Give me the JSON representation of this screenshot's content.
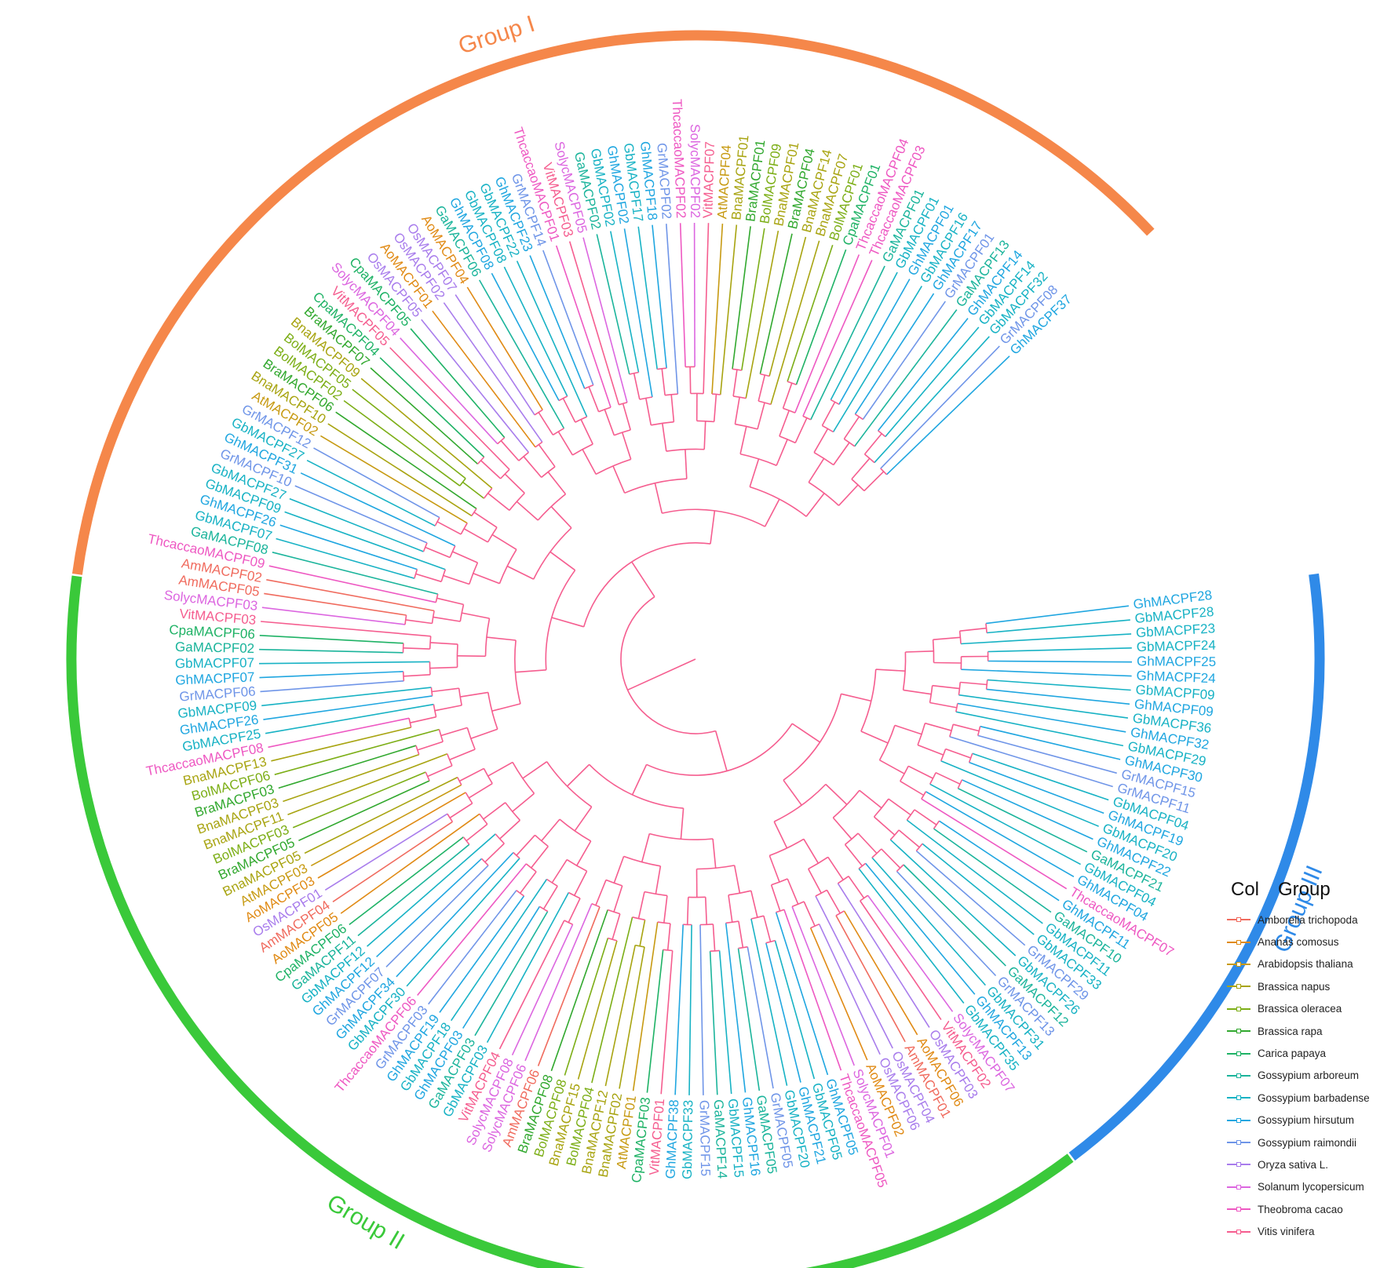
{
  "colors": {
    "Amborella trichopoda": "#f06b5e",
    "Ananas comosus": "#e08a14",
    "Arabidopsis thaliana": "#c79a12",
    "Brassica napus": "#a8a411",
    "Brassica oleracea": "#7cae16",
    "Brassica rapa": "#31a82e",
    "Carica papaya": "#1eb265",
    "Gossypium arboreum": "#1bb49b",
    "Gossypium barbadense": "#17b2c4",
    "Gossypium hirsutum": "#1fa6e0",
    "Gossypium raimondii": "#6f95e8",
    "Oryza sativa L.": "#a87cec",
    "Solanum lycopersicum": "#dc66e0",
    "Theobroma cacao": "#ee58c2",
    "Vitis vinifera": "#f55d8f",
    "group_I": "#f5874a",
    "group_II": "#3ac93a",
    "group_III": "#2f8ae8"
  },
  "groups": [
    {
      "id": "group_I",
      "label": "Group I"
    },
    {
      "id": "group_II",
      "label": "Group II"
    },
    {
      "id": "group_III",
      "label": "Group III"
    }
  ],
  "legend": {
    "title_col": "Col",
    "title_group": "Group",
    "items": [
      "Amborella trichopoda",
      "Ananas comosus",
      "Arabidopsis thaliana",
      "Brassica napus",
      "Brassica oleracea",
      "Brassica rapa",
      "Carica papaya",
      "Gossypium arboreum",
      "Gossypium barbadense",
      "Gossypium hirsutum",
      "Gossypium raimondii",
      "Oryza sativa L.",
      "Solanum lycopersicum",
      "Theobroma cacao",
      "Vitis vinifera"
    ]
  },
  "leaves": [
    {
      "name": "GhMACPF28",
      "species": "Gossypium hirsutum",
      "group": "group_III"
    },
    {
      "name": "GbMACPF28",
      "species": "Gossypium barbadense",
      "group": "group_III"
    },
    {
      "name": "GbMACPF23",
      "species": "Gossypium barbadense",
      "group": "group_III"
    },
    {
      "name": "GbMACPF24",
      "species": "Gossypium barbadense",
      "group": "group_III"
    },
    {
      "name": "GhMACPF25",
      "species": "Gossypium hirsutum",
      "group": "group_III"
    },
    {
      "name": "GhMACPF24",
      "species": "Gossypium hirsutum",
      "group": "group_III"
    },
    {
      "name": "GbMACPF09",
      "species": "Gossypium barbadense",
      "group": "group_III"
    },
    {
      "name": "GhMACPF09",
      "species": "Gossypium hirsutum",
      "group": "group_III"
    },
    {
      "name": "GbMACPF36",
      "species": "Gossypium barbadense",
      "group": "group_III"
    },
    {
      "name": "GhMACPF32",
      "species": "Gossypium hirsutum",
      "group": "group_III"
    },
    {
      "name": "GbMACPF29",
      "species": "Gossypium barbadense",
      "group": "group_III"
    },
    {
      "name": "GhMACPF30",
      "species": "Gossypium hirsutum",
      "group": "group_III"
    },
    {
      "name": "GrMACPF15",
      "species": "Gossypium raimondii",
      "group": "group_III"
    },
    {
      "name": "GrMACPF11",
      "species": "Gossypium raimondii",
      "group": "group_III"
    },
    {
      "name": "GbMACPF04",
      "species": "Gossypium barbadense",
      "group": "group_III"
    },
    {
      "name": "GhMACPF19",
      "species": "Gossypium hirsutum",
      "group": "group_III"
    },
    {
      "name": "GbMACPF20",
      "species": "Gossypium barbadense",
      "group": "group_III"
    },
    {
      "name": "GhMACPF22",
      "species": "Gossypium hirsutum",
      "group": "group_III"
    },
    {
      "name": "GaMACPF21",
      "species": "Gossypium arboreum",
      "group": "group_III"
    },
    {
      "name": "GbMACPF04",
      "species": "Gossypium barbadense",
      "group": "group_III"
    },
    {
      "name": "GhMACPF04",
      "species": "Gossypium hirsutum",
      "group": "group_III"
    },
    {
      "name": "ThcaccaoMACPF07",
      "species": "Theobroma cacao",
      "group": "group_III"
    },
    {
      "name": "GhMACPF11",
      "species": "Gossypium hirsutum",
      "group": "group_III"
    },
    {
      "name": "GaMACPF10",
      "species": "Gossypium arboreum",
      "group": "group_III"
    },
    {
      "name": "GbMACPF11",
      "species": "Gossypium barbadense",
      "group": "group_III"
    },
    {
      "name": "GbMACPF33",
      "species": "Gossypium barbadense",
      "group": "group_III"
    },
    {
      "name": "GrMACPF29",
      "species": "Gossypium raimondii",
      "group": "group_III"
    },
    {
      "name": "GbMACPF26",
      "species": "Gossypium barbadense",
      "group": "group_III"
    },
    {
      "name": "GaMACPF12",
      "species": "Gossypium arboreum",
      "group": "group_III"
    },
    {
      "name": "GrMACPF13",
      "species": "Gossypium raimondii",
      "group": "group_III"
    },
    {
      "name": "GbMACPF31",
      "species": "Gossypium barbadense",
      "group": "group_III"
    },
    {
      "name": "GhMACPF13",
      "species": "Gossypium hirsutum",
      "group": "group_III"
    },
    {
      "name": "GbMACPF35",
      "species": "Gossypium barbadense",
      "group": "group_III"
    },
    {
      "name": "SolycMACPF07",
      "species": "Solanum lycopersicum",
      "group": "group_II"
    },
    {
      "name": "VitMACPF02",
      "species": "Vitis vinifera",
      "group": "group_II"
    },
    {
      "name": "OsMACPF03",
      "species": "Oryza sativa L.",
      "group": "group_II"
    },
    {
      "name": "AoMACPF06",
      "species": "Ananas comosus",
      "group": "group_II"
    },
    {
      "name": "AmMACPF01",
      "species": "Amborella trichopoda",
      "group": "group_II"
    },
    {
      "name": "OsMACPF04",
      "species": "Oryza sativa L.",
      "group": "group_II"
    },
    {
      "name": "OsMACPF06",
      "species": "Oryza sativa L.",
      "group": "group_II"
    },
    {
      "name": "AoMACPF02",
      "species": "Ananas comosus",
      "group": "group_II"
    },
    {
      "name": "SolycMACPF01",
      "species": "Solanum lycopersicum",
      "group": "group_II"
    },
    {
      "name": "ThcaccaoMACPF05",
      "species": "Theobroma cacao",
      "group": "group_II"
    },
    {
      "name": "GhMACPF05",
      "species": "Gossypium hirsutum",
      "group": "group_II"
    },
    {
      "name": "GbMACPF05",
      "species": "Gossypium barbadense",
      "group": "group_II"
    },
    {
      "name": "GhMACPF21",
      "species": "Gossypium hirsutum",
      "group": "group_II"
    },
    {
      "name": "GbMACPF20",
      "species": "Gossypium barbadense",
      "group": "group_II"
    },
    {
      "name": "GrMACPF05",
      "species": "Gossypium raimondii",
      "group": "group_II"
    },
    {
      "name": "GaMACPF05",
      "species": "Gossypium arboreum",
      "group": "group_II"
    },
    {
      "name": "GhMACPF16",
      "species": "Gossypium hirsutum",
      "group": "group_II"
    },
    {
      "name": "GbMACPF15",
      "species": "Gossypium barbadense",
      "group": "group_II"
    },
    {
      "name": "GaMACPF14",
      "species": "Gossypium arboreum",
      "group": "group_II"
    },
    {
      "name": "GrMACPF15",
      "species": "Gossypium raimondii",
      "group": "group_II"
    },
    {
      "name": "GbMACPF33",
      "species": "Gossypium barbadense",
      "group": "group_II"
    },
    {
      "name": "GhMACPF38",
      "species": "Gossypium hirsutum",
      "group": "group_II"
    },
    {
      "name": "VitMACPF01",
      "species": "Vitis vinifera",
      "group": "group_II"
    },
    {
      "name": "CpaMACPF03",
      "species": "Carica papaya",
      "group": "group_II"
    },
    {
      "name": "AtMACPF01",
      "species": "Arabidopsis thaliana",
      "group": "group_II"
    },
    {
      "name": "BnaMACPF02",
      "species": "Brassica napus",
      "group": "group_II"
    },
    {
      "name": "BnaMACPF12",
      "species": "Brassica napus",
      "group": "group_II"
    },
    {
      "name": "BolMACPF04",
      "species": "Brassica oleracea",
      "group": "group_II"
    },
    {
      "name": "BnaMACPF15",
      "species": "Brassica napus",
      "group": "group_II"
    },
    {
      "name": "BolMACPF08",
      "species": "Brassica oleracea",
      "group": "group_II"
    },
    {
      "name": "BraMACPF08",
      "species": "Brassica rapa",
      "group": "group_II"
    },
    {
      "name": "AmMACPF06",
      "species": "Amborella trichopoda",
      "group": "group_II"
    },
    {
      "name": "SolycMACPF06",
      "species": "Solanum lycopersicum",
      "group": "group_II"
    },
    {
      "name": "SolycMACPF08",
      "species": "Solanum lycopersicum",
      "group": "group_II"
    },
    {
      "name": "VitMACPF04",
      "species": "Vitis vinifera",
      "group": "group_II"
    },
    {
      "name": "GbMACPF03",
      "species": "Gossypium barbadense",
      "group": "group_II"
    },
    {
      "name": "GaMACPF03",
      "species": "Gossypium arboreum",
      "group": "group_II"
    },
    {
      "name": "GhMACPF03",
      "species": "Gossypium hirsutum",
      "group": "group_II"
    },
    {
      "name": "GbMACPF18",
      "species": "Gossypium barbadense",
      "group": "group_II"
    },
    {
      "name": "GhMACPF19",
      "species": "Gossypium hirsutum",
      "group": "group_II"
    },
    {
      "name": "GrMACPF03",
      "species": "Gossypium raimondii",
      "group": "group_II"
    },
    {
      "name": "ThcaccaoMACPF06",
      "species": "Theobroma cacao",
      "group": "group_II"
    },
    {
      "name": "GbMACPF30",
      "species": "Gossypium barbadense",
      "group": "group_II"
    },
    {
      "name": "GhMACPF34",
      "species": "Gossypium hirsutum",
      "group": "group_II"
    },
    {
      "name": "GrMACPF07",
      "species": "Gossypium raimondii",
      "group": "group_II"
    },
    {
      "name": "GhMACPF12",
      "species": "Gossypium hirsutum",
      "group": "group_II"
    },
    {
      "name": "GbMACPF12",
      "species": "Gossypium barbadense",
      "group": "group_II"
    },
    {
      "name": "GaMACPF11",
      "species": "Gossypium arboreum",
      "group": "group_II"
    },
    {
      "name": "CpaMACPF06",
      "species": "Carica papaya",
      "group": "group_II"
    },
    {
      "name": "AoMACPF05",
      "species": "Ananas comosus",
      "group": "group_II"
    },
    {
      "name": "AmMACPF04",
      "species": "Amborella trichopoda",
      "group": "group_II"
    },
    {
      "name": "OsMACPF01",
      "species": "Oryza sativa L.",
      "group": "group_II"
    },
    {
      "name": "AoMACPF03",
      "species": "Ananas comosus",
      "group": "group_II"
    },
    {
      "name": "AtMACPF03",
      "species": "Arabidopsis thaliana",
      "group": "group_II"
    },
    {
      "name": "BnaMACPF05",
      "species": "Brassica napus",
      "group": "group_II"
    },
    {
      "name": "BraMACPF05",
      "species": "Brassica rapa",
      "group": "group_II"
    },
    {
      "name": "BolMACPF03",
      "species": "Brassica oleracea",
      "group": "group_II"
    },
    {
      "name": "BnaMACPF11",
      "species": "Brassica napus",
      "group": "group_II"
    },
    {
      "name": "BnaMACPF03",
      "species": "Brassica napus",
      "group": "group_II"
    },
    {
      "name": "BraMACPF03",
      "species": "Brassica rapa",
      "group": "group_II"
    },
    {
      "name": "BolMACPF06",
      "species": "Brassica oleracea",
      "group": "group_II"
    },
    {
      "name": "BnaMACPF13",
      "species": "Brassica napus",
      "group": "group_II"
    },
    {
      "name": "ThcaccaoMACPF08",
      "species": "Theobroma cacao",
      "group": "group_II"
    },
    {
      "name": "GbMACPF25",
      "species": "Gossypium barbadense",
      "group": "group_II"
    },
    {
      "name": "GhMACPF26",
      "species": "Gossypium hirsutum",
      "group": "group_II"
    },
    {
      "name": "GbMACPF09",
      "species": "Gossypium barbadense",
      "group": "group_II"
    },
    {
      "name": "GrMACPF06",
      "species": "Gossypium raimondii",
      "group": "group_II"
    },
    {
      "name": "GhMACPF07",
      "species": "Gossypium hirsutum",
      "group": "group_II"
    },
    {
      "name": "GbMACPF07",
      "species": "Gossypium barbadense",
      "group": "group_II"
    },
    {
      "name": "GaMACPF02",
      "species": "Gossypium arboreum",
      "group": "group_II"
    },
    {
      "name": "CpaMACPF06",
      "species": "Carica papaya",
      "group": "group_II"
    },
    {
      "name": "VitMACPF03",
      "species": "Vitis vinifera",
      "group": "group_II"
    },
    {
      "name": "SolycMACPF03",
      "species": "Solanum lycopersicum",
      "group": "group_II"
    },
    {
      "name": "AmMACPF05",
      "species": "Amborella trichopoda",
      "group": "group_I"
    },
    {
      "name": "AmMACPF02",
      "species": "Amborella trichopoda",
      "group": "group_I"
    },
    {
      "name": "ThcaccaoMACPF09",
      "species": "Theobroma cacao",
      "group": "group_I"
    },
    {
      "name": "GaMACPF08",
      "species": "Gossypium arboreum",
      "group": "group_I"
    },
    {
      "name": "GbMACPF07",
      "species": "Gossypium barbadense",
      "group": "group_I"
    },
    {
      "name": "GhMACPF26",
      "species": "Gossypium hirsutum",
      "group": "group_I"
    },
    {
      "name": "GbMACPF09",
      "species": "Gossypium barbadense",
      "group": "group_I"
    },
    {
      "name": "GbMACPF27",
      "species": "Gossypium barbadense",
      "group": "group_I"
    },
    {
      "name": "GrMACPF10",
      "species": "Gossypium raimondii",
      "group": "group_I"
    },
    {
      "name": "GhMACPF31",
      "species": "Gossypium hirsutum",
      "group": "group_I"
    },
    {
      "name": "GbMACPF27",
      "species": "Gossypium barbadense",
      "group": "group_I"
    },
    {
      "name": "GrMACPF12",
      "species": "Gossypium raimondii",
      "group": "group_I"
    },
    {
      "name": "AtMACPF02",
      "species": "Arabidopsis thaliana",
      "group": "group_I"
    },
    {
      "name": "BnaMACPF10",
      "species": "Brassica napus",
      "group": "group_I"
    },
    {
      "name": "BraMACPF06",
      "species": "Brassica rapa",
      "group": "group_I"
    },
    {
      "name": "BolMACPF02",
      "species": "Brassica oleracea",
      "group": "group_I"
    },
    {
      "name": "BolMACPF05",
      "species": "Brassica oleracea",
      "group": "group_I"
    },
    {
      "name": "BnaMACPF09",
      "species": "Brassica napus",
      "group": "group_I"
    },
    {
      "name": "BraMACPF07",
      "species": "Brassica rapa",
      "group": "group_I"
    },
    {
      "name": "CpaMACPF04",
      "species": "Carica papaya",
      "group": "group_I"
    },
    {
      "name": "VitMACPF05",
      "species": "Vitis vinifera",
      "group": "group_I"
    },
    {
      "name": "SolycMACPF04",
      "species": "Solanum lycopersicum",
      "group": "group_I"
    },
    {
      "name": "CpaMACPF05",
      "species": "Carica papaya",
      "group": "group_I"
    },
    {
      "name": "OsMACPF05",
      "species": "Oryza sativa L.",
      "group": "group_I"
    },
    {
      "name": "AoMACPF01",
      "species": "Ananas comosus",
      "group": "group_I"
    },
    {
      "name": "OsMACPF02",
      "species": "Oryza sativa L.",
      "group": "group_I"
    },
    {
      "name": "OsMACPF07",
      "species": "Oryza sativa L.",
      "group": "group_I"
    },
    {
      "name": "AoMACPF04",
      "species": "Ananas comosus",
      "group": "group_I"
    },
    {
      "name": "GaMACPF06",
      "species": "Gossypium arboreum",
      "group": "group_I"
    },
    {
      "name": "GhMACPF08",
      "species": "Gossypium hirsutum",
      "group": "group_I"
    },
    {
      "name": "GbMACPF08",
      "species": "Gossypium barbadense",
      "group": "group_I"
    },
    {
      "name": "GbMACPF22",
      "species": "Gossypium barbadense",
      "group": "group_I"
    },
    {
      "name": "GhMACPF23",
      "species": "Gossypium hirsutum",
      "group": "group_I"
    },
    {
      "name": "GrMACPF14",
      "species": "Gossypium raimondii",
      "group": "group_I"
    },
    {
      "name": "ThcaccaoMACPF01",
      "species": "Theobroma cacao",
      "group": "group_I"
    },
    {
      "name": "VitMACPF03",
      "species": "Vitis vinifera",
      "group": "group_I"
    },
    {
      "name": "SolycMACPF05",
      "species": "Solanum lycopersicum",
      "group": "group_I"
    },
    {
      "name": "GaMACPF02",
      "species": "Gossypium arboreum",
      "group": "group_I"
    },
    {
      "name": "GbMACPF02",
      "species": "Gossypium barbadense",
      "group": "group_I"
    },
    {
      "name": "GhMACPF02",
      "species": "Gossypium hirsutum",
      "group": "group_I"
    },
    {
      "name": "GbMACPF17",
      "species": "Gossypium barbadense",
      "group": "group_I"
    },
    {
      "name": "GhMACPF18",
      "species": "Gossypium hirsutum",
      "group": "group_I"
    },
    {
      "name": "GrMACPF02",
      "species": "Gossypium raimondii",
      "group": "group_I"
    },
    {
      "name": "ThcaccaoMACPF02",
      "species": "Theobroma cacao",
      "group": "group_I"
    },
    {
      "name": "SolycMACPF02",
      "species": "Solanum lycopersicum",
      "group": "group_I"
    },
    {
      "name": "VitMACPF07",
      "species": "Vitis vinifera",
      "group": "group_I"
    },
    {
      "name": "AtMACPF04",
      "species": "Arabidopsis thaliana",
      "group": "group_I"
    },
    {
      "name": "BnaMACPF01",
      "species": "Brassica napus",
      "group": "group_I"
    },
    {
      "name": "BraMACPF01",
      "species": "Brassica rapa",
      "group": "group_I"
    },
    {
      "name": "BolMACPF09",
      "species": "Brassica oleracea",
      "group": "group_I"
    },
    {
      "name": "BnaMACPF01",
      "species": "Brassica napus",
      "group": "group_I"
    },
    {
      "name": "BraMACPF04",
      "species": "Brassica rapa",
      "group": "group_I"
    },
    {
      "name": "BnaMACPF14",
      "species": "Brassica napus",
      "group": "group_I"
    },
    {
      "name": "BnaMACPF07",
      "species": "Brassica napus",
      "group": "group_I"
    },
    {
      "name": "BolMACPF01",
      "species": "Brassica oleracea",
      "group": "group_I"
    },
    {
      "name": "CpaMACPF01",
      "species": "Carica papaya",
      "group": "group_I"
    },
    {
      "name": "ThcaccaoMACPF04",
      "species": "Theobroma cacao",
      "group": "group_I"
    },
    {
      "name": "ThcaccaoMACPF03",
      "species": "Theobroma cacao",
      "group": "group_I"
    },
    {
      "name": "GaMACPF01",
      "species": "Gossypium arboreum",
      "group": "group_I"
    },
    {
      "name": "GbMACPF01",
      "species": "Gossypium barbadense",
      "group": "group_I"
    },
    {
      "name": "GhMACPF01",
      "species": "Gossypium hirsutum",
      "group": "group_I"
    },
    {
      "name": "GbMACPF16",
      "species": "Gossypium barbadense",
      "group": "group_I"
    },
    {
      "name": "GhMACPF17",
      "species": "Gossypium hirsutum",
      "group": "group_I"
    },
    {
      "name": "GrMACPF01",
      "species": "Gossypium raimondii",
      "group": "group_I"
    },
    {
      "name": "GaMACPF13",
      "species": "Gossypium arboreum",
      "group": "group_I"
    },
    {
      "name": "GhMACPF14",
      "species": "Gossypium hirsutum",
      "group": "group_I"
    },
    {
      "name": "GbMACPF14",
      "species": "Gossypium barbadense",
      "group": "group_I"
    },
    {
      "name": "GbMACPF32",
      "species": "Gossypium barbadense",
      "group": "group_I"
    },
    {
      "name": "GrMACPF08",
      "species": "Gossypium raimondii",
      "group": "group_I"
    },
    {
      "name": "GhMACPF37",
      "species": "Gossypium hirsutum",
      "group": "group_I"
    }
  ]
}
